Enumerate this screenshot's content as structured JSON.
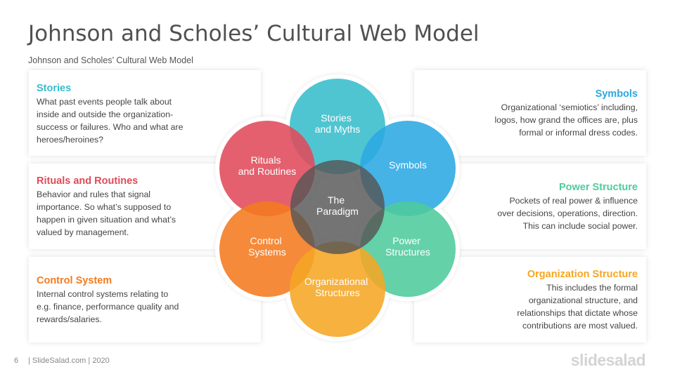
{
  "header": {
    "title": "Johnson and Scholes’ Cultural Web Model",
    "subtitle": "Johnson and Scholes’ Cultural Web Model"
  },
  "colors": {
    "stories": "#38bdcc",
    "rituals": "#e04a5a",
    "control": "#f47a1f",
    "symbols": "#2ba8e2",
    "power": "#4ecb9c",
    "organization": "#f5a623",
    "center": "#555555"
  },
  "left": [
    {
      "heading": "Stories",
      "lines": [
        "What past events people talk about",
        "inside and outside the organization-",
        "success or failures.  Who and what are",
        "heroes/heroines?"
      ]
    },
    {
      "heading": "Rituals and Routines",
      "lines": [
        "Behavior and rules that signal",
        "importance.  So what’s supposed to",
        "happen in given situation and what’s",
        "valued by management."
      ]
    },
    {
      "heading": "Control System",
      "lines": [
        "Internal control systems relating to",
        "e.g. finance, performance  quality and",
        "rewards/salaries."
      ]
    }
  ],
  "right": [
    {
      "heading": "Symbols",
      "lines": [
        "Organizational  ‘semiotics’ including,",
        "logos, how grand the offices  are, plus",
        "formal  or informal  dress codes."
      ]
    },
    {
      "heading": "Power Structure",
      "lines": [
        "Pockets of real power & influence",
        "over decisions, operations, direction.",
        "This can include  social power."
      ]
    },
    {
      "heading": "Organization Structure",
      "lines": [
        "This includes  the formal",
        "organizational  structure, and",
        "relationships  that dictate whose",
        "contributions  are most valued."
      ]
    }
  ],
  "web": {
    "stories": [
      "Stories",
      "and Myths"
    ],
    "rituals": [
      "Rituals",
      "and Routines"
    ],
    "symbols": [
      "Symbols"
    ],
    "control": [
      "Control",
      "Systems"
    ],
    "power": [
      "Power",
      "Structures"
    ],
    "organization": [
      "Organizational",
      "Structures"
    ],
    "center": [
      "The",
      "Paradigm"
    ]
  },
  "footer": {
    "page_number": "6",
    "source": "| SlideSalad.com | 2020",
    "brand": "slidesalad"
  }
}
